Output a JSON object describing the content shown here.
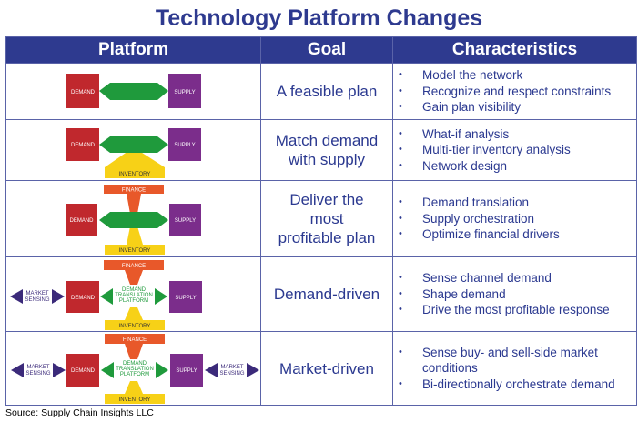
{
  "title": "Technology Platform Changes",
  "headers": {
    "platform": "Platform",
    "goal": "Goal",
    "characteristics": "Characteristics"
  },
  "labels": {
    "demand": "DEMAND",
    "supply": "SUPPLY",
    "inventory": "INVENTORY",
    "finance": "FINANCE",
    "dtp1": "DEMAND",
    "dtp2": "TRANSLATION",
    "dtp3": "PLATFORM",
    "ms1": "MARKET",
    "ms2": "SENSING"
  },
  "rows": [
    {
      "goal": "A feasible plan",
      "chars": [
        "Model the network",
        "Recognize and respect constraints",
        "Gain plan visibility"
      ]
    },
    {
      "goal": "Match demand with supply",
      "chars": [
        "What-if analysis",
        "Multi-tier inventory analysis",
        "Network design"
      ]
    },
    {
      "goal": "Deliver the most profitable plan",
      "chars": [
        "Demand translation",
        "Supply orchestration",
        "Optimize financial drivers"
      ]
    },
    {
      "goal": "Demand-driven",
      "chars": [
        "Sense channel demand",
        "Shape demand",
        "Drive the most profitable response"
      ]
    },
    {
      "goal": "Market-driven",
      "chars": [
        "Sense buy- and sell-side market conditions",
        "Bi-directionally orchestrate demand"
      ]
    }
  ],
  "source": "Source:  Supply Chain Insights LLC",
  "colors": {
    "header": "#2e3a8f",
    "demand": "#c0282d",
    "supply": "#7b2d8b",
    "platform": "#1f9a3c",
    "finance": "#e8582a",
    "inventory": "#f7d117",
    "market": "#3b2a7a"
  }
}
